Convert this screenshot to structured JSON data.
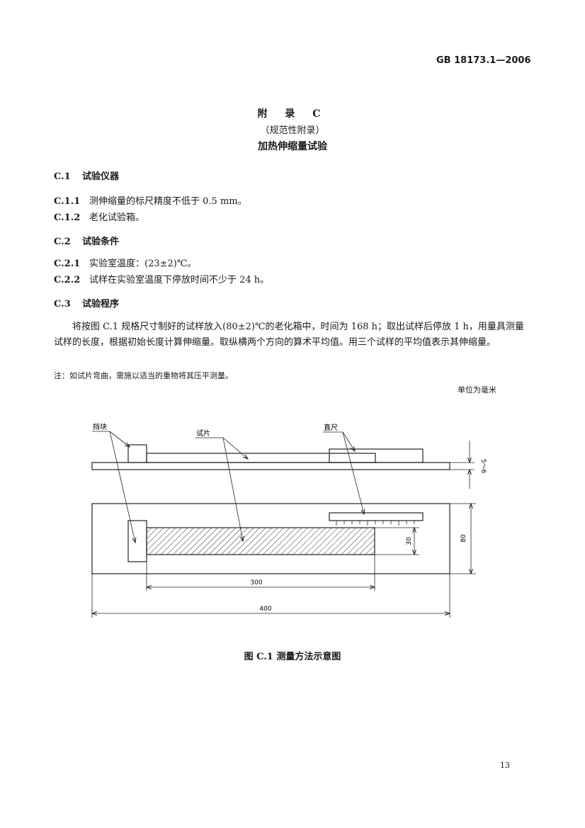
{
  "header": {
    "standard_number": "GB 18173.1—2006"
  },
  "annex": {
    "title": "附  录  C",
    "kind": "（规范性附录）",
    "name": "加热伸缩量试验"
  },
  "sections": [
    {
      "num": "C.1",
      "title": "试验仪器",
      "items": [
        {
          "num": "C.1.1",
          "text": "测伸缩量的标尺精度不低于 0.5 mm。"
        },
        {
          "num": "C.1.2",
          "text": "老化试验箱。"
        }
      ]
    },
    {
      "num": "C.2",
      "title": "试验条件",
      "items": [
        {
          "num": "C.2.1",
          "text": "实验室温度：(23±2)℃。"
        },
        {
          "num": "C.2.2",
          "text": "试样在实验室温度下停放时间不少于 24 h。"
        }
      ]
    },
    {
      "num": "C.3",
      "title": "试验程序",
      "paragraph": "将按图 C.1 规格尺寸制好的试样放入(80±2)℃的老化箱中，时间为 168 h；取出试样后停放 1 h，用量具测量试样的长度，根据初始长度计算伸缩量。取纵横两个方向的算术平均值。用三个试样的平均值表示其伸缩量。",
      "note": "注：如试片弯曲，需施以适当的重物将其压平测量。"
    }
  ],
  "figure": {
    "unit_note": "单位为毫米",
    "labels": {
      "block": "挡块",
      "specimen": "试片",
      "ruler": "直尺"
    },
    "dimensions": {
      "thickness": "5～6",
      "specimen_width": "30",
      "board_width": "80",
      "specimen_length": "300",
      "board_length": "400"
    },
    "caption": "图 C.1   测量方法示意图"
  },
  "page_number": "13"
}
